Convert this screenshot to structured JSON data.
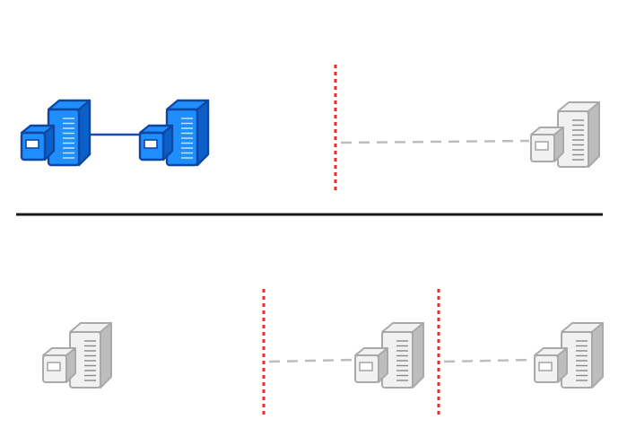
{
  "diagram": {
    "palette": {
      "active_fill": "#1f8fff",
      "active_fill_dark": "#0a60c8",
      "active_outline": "#0d47a1",
      "active_link": "#1a49b8",
      "inactive_fill": "#f1f1f1",
      "inactive_shade": "#bdbdbd",
      "inactive_outline": "#a9a9a9",
      "inactive_link": "#bdbdbd",
      "barrier": "#ee2a2a",
      "divider": "#1a1a1a"
    },
    "panels": [
      {
        "id": "top-panel",
        "nodes": [
          {
            "id": "server-a",
            "icon": "server-icon",
            "state": "active"
          },
          {
            "id": "server-b",
            "icon": "server-icon",
            "state": "active"
          },
          {
            "id": "server-c",
            "icon": "server-icon",
            "state": "inactive"
          }
        ],
        "links": [
          {
            "from": "server-a",
            "to": "server-b",
            "style": "solid"
          },
          {
            "from": "barrier-1",
            "to": "server-c",
            "style": "dashed"
          }
        ],
        "barriers": [
          "barrier-1"
        ]
      },
      {
        "id": "bottom-panel",
        "nodes": [
          {
            "id": "server-d",
            "icon": "server-icon",
            "state": "inactive"
          },
          {
            "id": "server-e",
            "icon": "server-icon",
            "state": "inactive"
          },
          {
            "id": "server-f",
            "icon": "server-icon",
            "state": "inactive"
          }
        ],
        "links": [
          {
            "from": "barrier-2",
            "to": "server-e",
            "style": "dashed"
          },
          {
            "from": "barrier-3",
            "to": "server-f",
            "style": "dashed"
          }
        ],
        "barriers": [
          "barrier-2",
          "barrier-3"
        ]
      }
    ]
  }
}
